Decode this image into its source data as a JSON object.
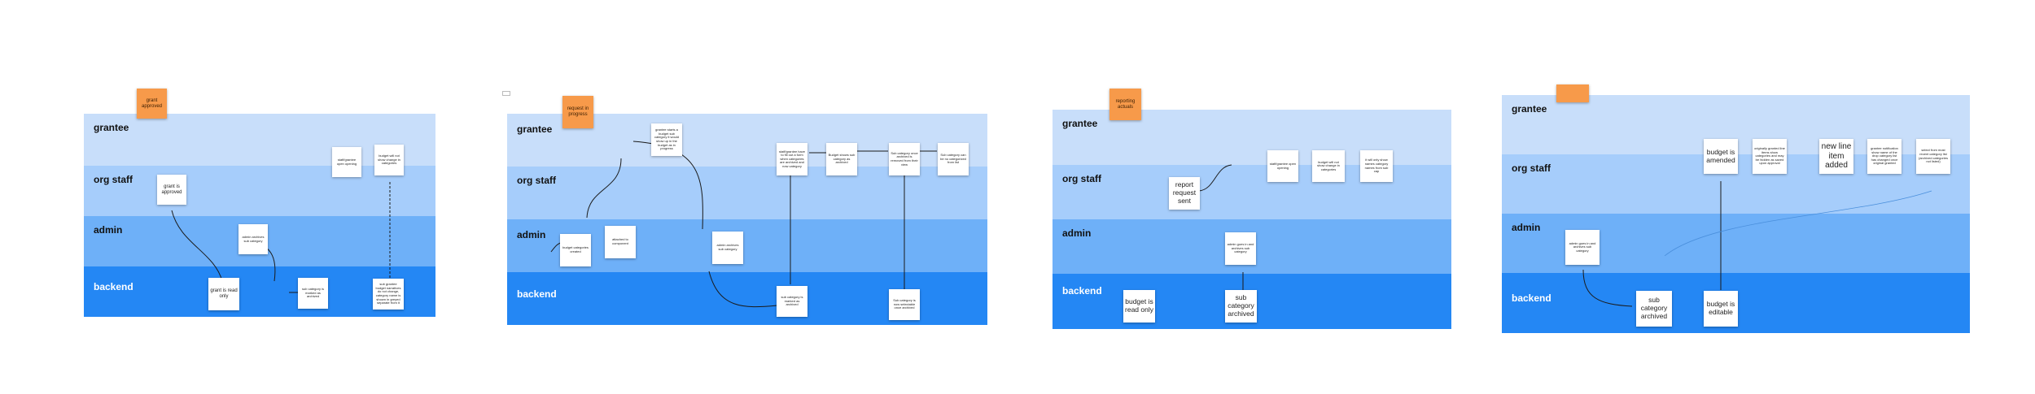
{
  "colors": {
    "grantee_lane": "#c8defa",
    "orgstaff_lane": "#a6cdfb",
    "admin_lane": "#6eb0f8",
    "backend_lane": "#2487f4",
    "note": "#ffffff",
    "sticky": "#f79a4a"
  },
  "lanes": {
    "grantee": "grantee",
    "org_staff": "org staff",
    "admin": "admin",
    "backend": "backend"
  },
  "board1": {
    "header": "grant approved",
    "notes": {
      "grant_approved": "grant is approved",
      "admin_archives": "admin archives sub category",
      "read_only": "grant is read only",
      "marked_archived": "sub category is marked as archived",
      "staff_open": "staff/grantee open opening",
      "budget_no_change": "budget will not show change in categories",
      "backend_note": "sub grantee budget narratives do not change, category name is shown in greyed separate from it"
    }
  },
  "board2": {
    "header": "request in progress",
    "notes": {
      "budget_created": "budget categories created",
      "attached": "attached to component",
      "grantee_top": "grantee starts a budget sub category it would show up in the budget as in progress",
      "admin_archives": "admin archives sub category",
      "marked_archived": "sub category is marked as archived",
      "staff_sees": "staff/grantee have to fill out a form when categories are archived and now category",
      "budget_shows": "Budget shows sub category as archived",
      "removed": "Sub category once archived is removed from their view",
      "cannot_select": "Sub category can be no categorized from list",
      "backend_notify": "Sub category is now selectable once archived"
    }
  },
  "board3": {
    "header": "reporting actuals",
    "notes": {
      "report_sent": "report request sent",
      "staff_open": "staff/grantee open opening",
      "budget_no_change": "budget will not show change in categories",
      "show_name": "it will only show names category names from sub cap",
      "admin_archives": "admin goes in and archives sub category",
      "read_only": "budget is read only",
      "sub_archived": "sub category archived"
    }
  },
  "board4": {
    "notes": {
      "admin_goes": "admin goes in and archives sub category",
      "budget_amended": "budget is amended",
      "orig_notes": "originally granted line items show categories and may be hidden as saved upon approval",
      "new_item": "new line item added",
      "grantee_notif": "grantee notification show name of the drop category list has changed once original granted",
      "select_any": "select from most recent category list (archived categories not listed)",
      "sub_archived": "sub category archived",
      "budget_editable": "budget is editable"
    }
  }
}
